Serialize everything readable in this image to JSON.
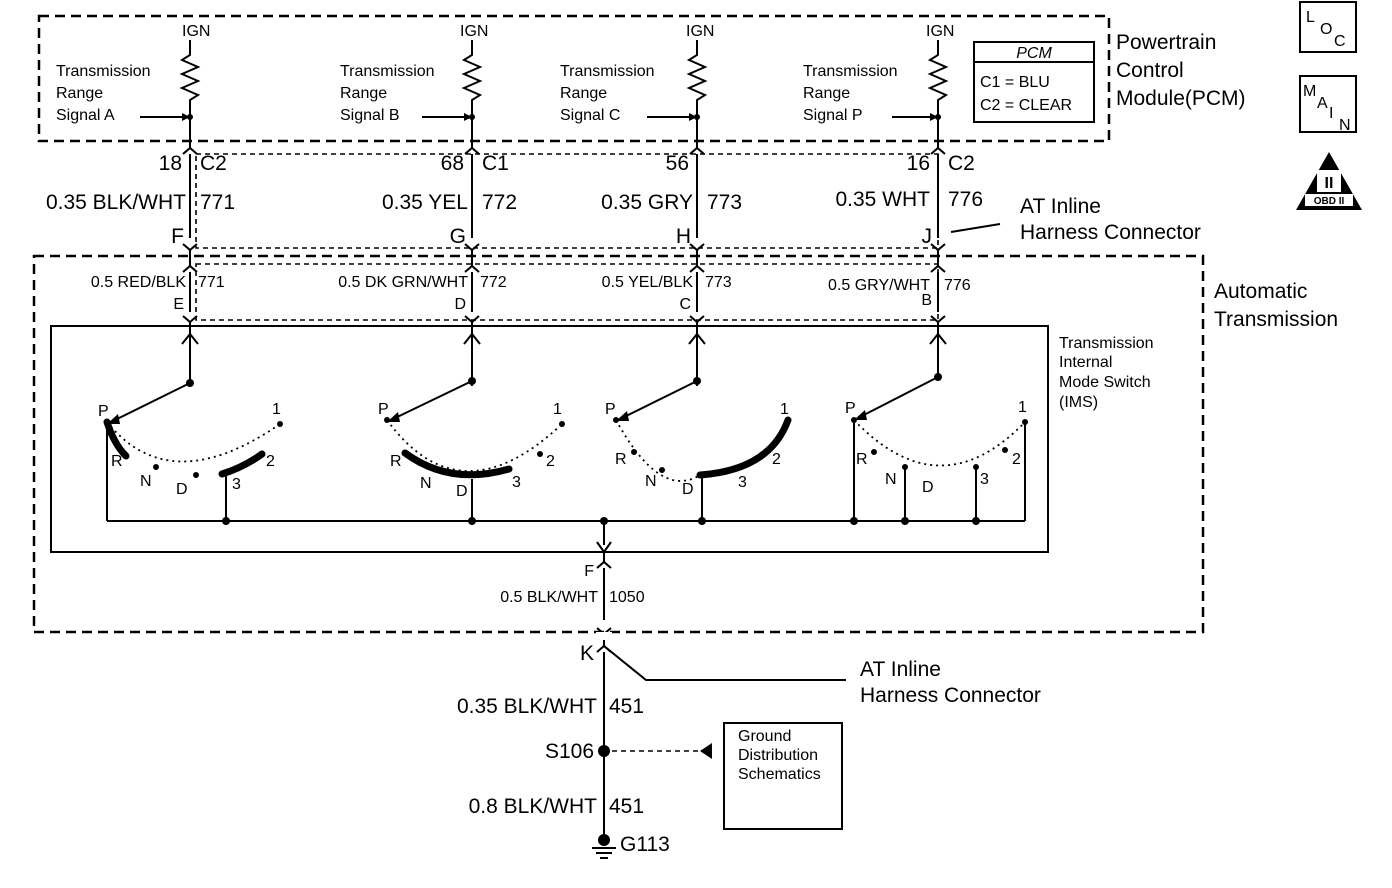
{
  "pcm": {
    "title_lines": [
      "Powertrain",
      "Control",
      "Module(PCM)"
    ],
    "legend_title": "PCM",
    "legend_lines": [
      "C1 = BLU",
      "C2 = CLEAR"
    ],
    "ign": "IGN",
    "signals": [
      {
        "lines": [
          "Transmission",
          "Range",
          "Signal A"
        ]
      },
      {
        "lines": [
          "Transmission",
          "Range",
          "Signal B"
        ]
      },
      {
        "lines": [
          "Transmission",
          "Range",
          "Signal C"
        ]
      },
      {
        "lines": [
          "Transmission",
          "Range",
          "Signal P"
        ]
      }
    ],
    "pins": [
      {
        "pin": "18",
        "conn": "C2"
      },
      {
        "pin": "68",
        "conn": "C1"
      },
      {
        "pin": "56",
        "conn": ""
      },
      {
        "pin": "16",
        "conn": "C2"
      }
    ]
  },
  "upper_wires": [
    {
      "label": "0.35 BLK/WHT",
      "circuit": "771",
      "inline_pin": "F"
    },
    {
      "label": "0.35 YEL",
      "circuit": "772",
      "inline_pin": "G"
    },
    {
      "label": "0.35 GRY",
      "circuit": "773",
      "inline_pin": "H"
    },
    {
      "label": "0.35 WHT",
      "circuit": "776",
      "inline_pin": "J"
    }
  ],
  "inline_connector_label": [
    "AT Inline",
    "Harness Connector"
  ],
  "auto_trans_label": [
    "Automatic",
    "Transmission"
  ],
  "lower_wires": [
    {
      "label": "0.5 RED/BLK",
      "circuit": "771",
      "pin": "E"
    },
    {
      "label": "0.5 DK GRN/WHT",
      "circuit": "772",
      "pin": "D"
    },
    {
      "label": "0.5 YEL/BLK",
      "circuit": "773",
      "pin": "C"
    },
    {
      "label": "0.5 GRY/WHT",
      "circuit": "776",
      "pin": "B"
    }
  ],
  "ims_label": [
    "Transmission",
    "Internal",
    "Mode Switch",
    "(IMS)"
  ],
  "switch_positions": [
    "P",
    "R",
    "N",
    "D",
    "3",
    "2",
    "1"
  ],
  "ground_wire": {
    "pin": "F",
    "label": "0.5 BLK/WHT",
    "circuit": "1050"
  },
  "ground_connector_pin": "K",
  "ground_inline_label": [
    "AT Inline",
    "Harness Connector"
  ],
  "ground_upper": {
    "label": "0.35 BLK/WHT",
    "circuit": "451"
  },
  "splice": "S106",
  "ground_lower": {
    "label": "0.8 BLK/WHT",
    "circuit": "451"
  },
  "ground_point": "G113",
  "ground_distribution": [
    "Ground",
    "Distribution",
    "Schematics"
  ],
  "icons": {
    "loc": {
      "letters": [
        "L",
        "O",
        "C"
      ]
    },
    "main": {
      "letters": [
        "M",
        "A",
        "I",
        "N"
      ]
    },
    "obd": {
      "numeral": "II",
      "caption": "OBD II"
    }
  }
}
